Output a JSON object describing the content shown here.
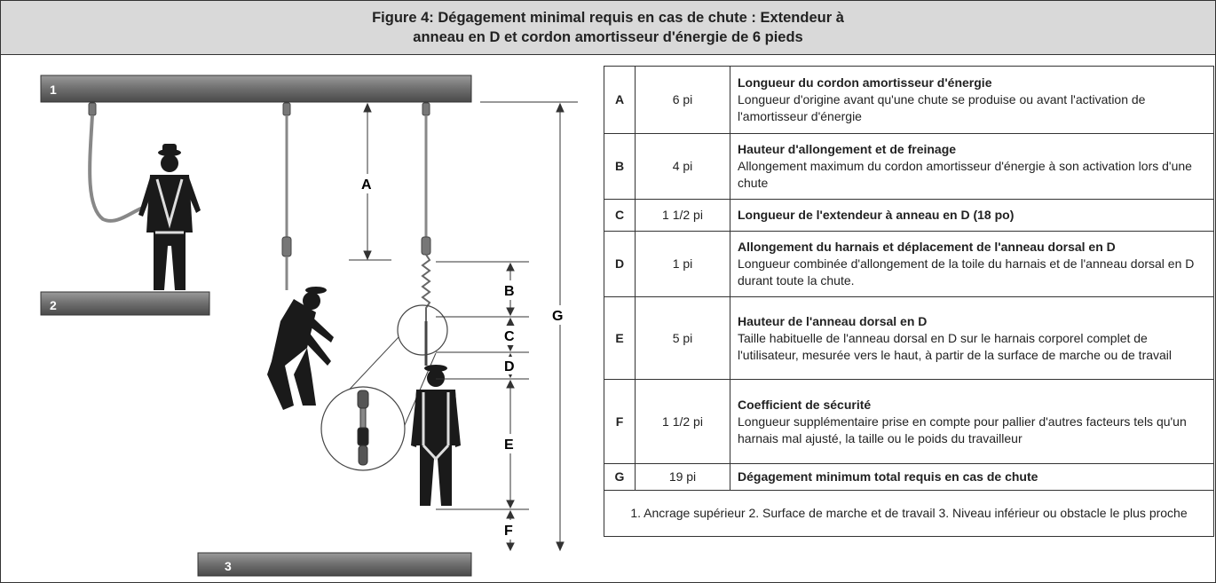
{
  "figure": {
    "title_line1": "Figure 4: Dégagement minimal requis en cas de chute : Extendeur à",
    "title_line2": "anneau en D et cordon amortisseur d'énergie de 6 pieds"
  },
  "diagram": {
    "levels": [
      "1",
      "2",
      "3"
    ],
    "dimension_labels": [
      "A",
      "B",
      "C",
      "D",
      "E",
      "F",
      "G"
    ]
  },
  "table": {
    "rows": [
      {
        "letter": "A",
        "value": "6 pi",
        "title": "Longueur du cordon amortisseur d'énergie",
        "text": "Longueur d'origine avant qu'une chute se produise ou avant l'activation de l'amortisseur d'énergie"
      },
      {
        "letter": "B",
        "value": "4 pi",
        "title": "Hauteur d'allongement et de freinage",
        "text": "Allongement maximum du cordon amortisseur d'énergie à son activation lors d'une chute"
      },
      {
        "letter": "C",
        "value": "1 1/2 pi",
        "title": "Longueur de l'extendeur à anneau en D (18 po)",
        "text": ""
      },
      {
        "letter": "D",
        "value": "1 pi",
        "title": "Allongement du harnais et déplacement de l'anneau dorsal en D",
        "text": "Longueur combinée d'allongement de la toile du harnais et de l'anneau dorsal en D durant toute la chute."
      },
      {
        "letter": "E",
        "value": "5 pi",
        "title": "Hauteur de l'anneau dorsal en D",
        "text": "Taille habituelle de l'anneau dorsal en D sur le harnais corporel complet de l'utilisateur, mesurée vers le haut, à partir de la surface de marche ou de travail"
      },
      {
        "letter": "F",
        "value": "1 1/2 pi",
        "title": "Coefficient de sécurité",
        "text": "Longueur supplémentaire prise en compte pour pallier d'autres facteurs tels qu'un harnais mal ajusté, la taille ou le poids du travailleur"
      },
      {
        "letter": "G",
        "value": "19 pi",
        "title": "Dégagement minimum total requis en cas de chute",
        "text": ""
      }
    ],
    "footer": "1. Ancrage supérieur 2. Surface de marche et de travail 3. Niveau inférieur ou obstacle le plus proche"
  }
}
